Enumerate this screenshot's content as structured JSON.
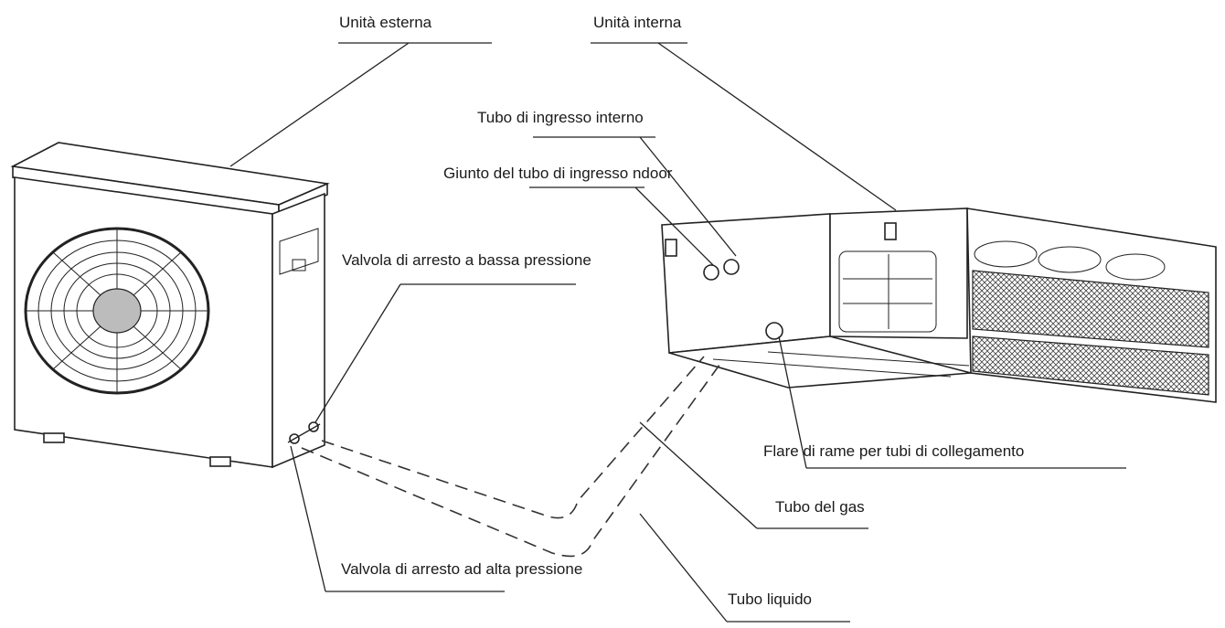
{
  "labels": {
    "outdoor_unit": "Unità esterna",
    "indoor_unit": "Unità interna",
    "indoor_inlet_pipe": "Tubo di ingresso interno",
    "indoor_inlet_joint": "Giunto del tubo di ingresso ndoor",
    "low_pressure_valve": "Valvola di arresto a bassa pressione",
    "copper_flare": "Flare di rame per tubi di collegamento",
    "gas_pipe": "Tubo del gas",
    "high_pressure_valve": "Valvola di arresto ad alta pressione",
    "liquid_pipe": "Tubo liquido"
  }
}
